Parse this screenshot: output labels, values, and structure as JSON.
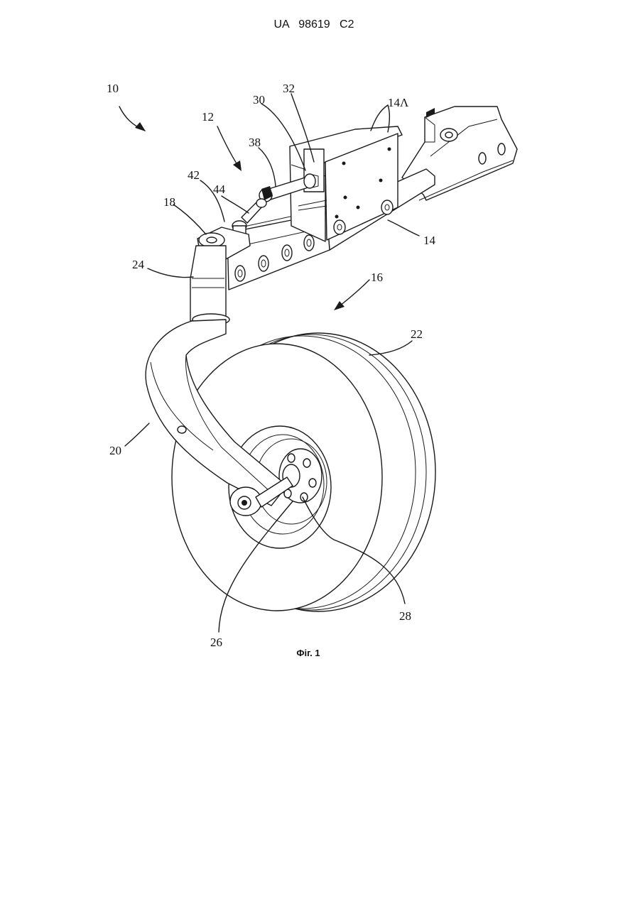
{
  "header": {
    "country": "UA",
    "number": "98619",
    "kind": "C2"
  },
  "figure": {
    "caption": "Фіг. 1",
    "labels": {
      "l10": "10",
      "l12": "12",
      "l14": "14",
      "l14a": "14Λ",
      "l16": "16",
      "l18": "18",
      "l20": "20",
      "l22": "22",
      "l24": "24",
      "l26": "26",
      "l28": "28",
      "l30": "30",
      "l32": "32",
      "l38": "38",
      "l42": "42",
      "l44": "44"
    }
  }
}
